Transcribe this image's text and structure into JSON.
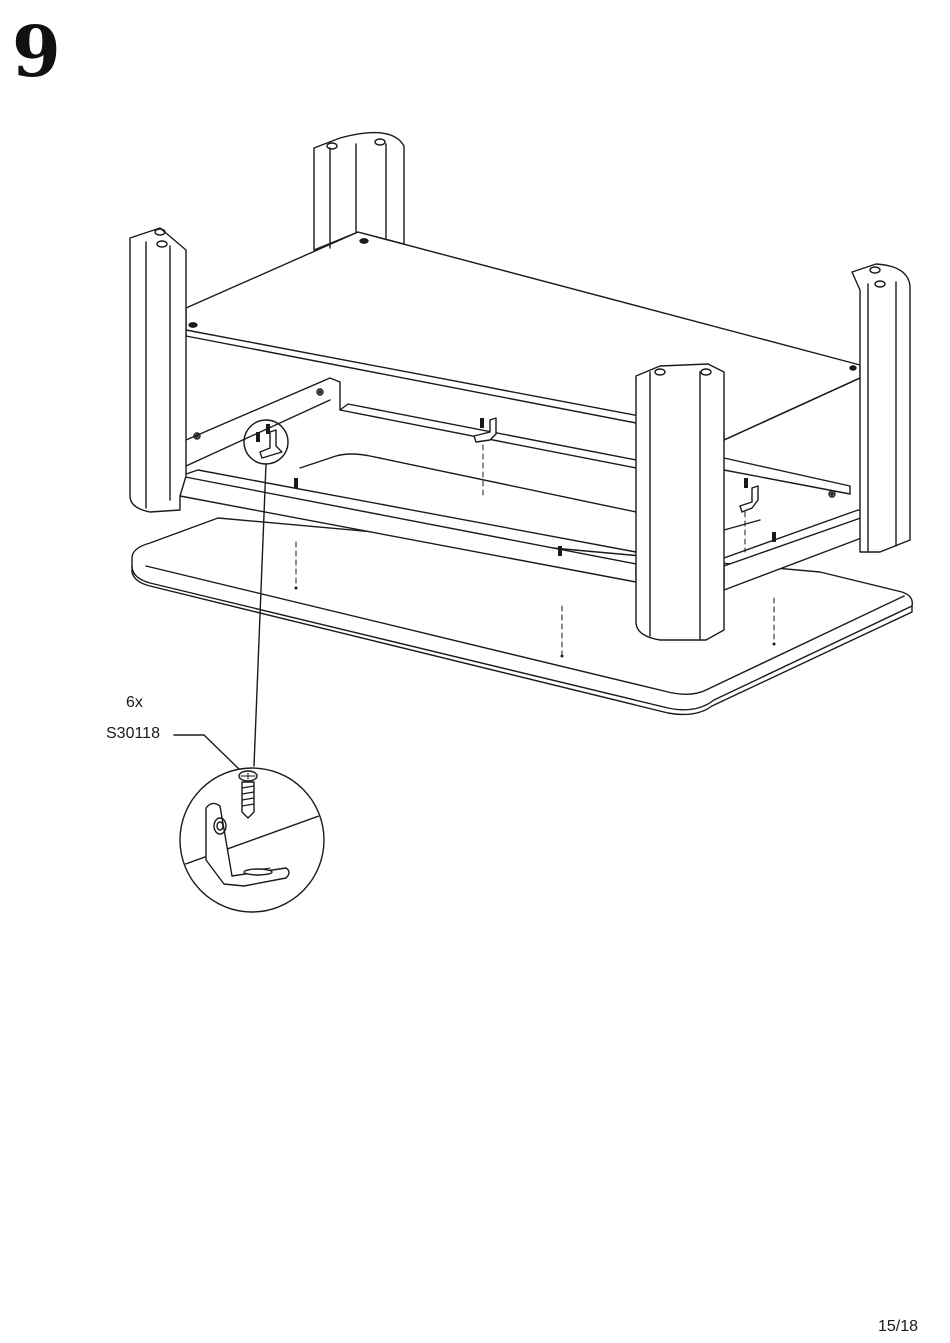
{
  "step": {
    "number": "9"
  },
  "callout": {
    "quantity": "6x",
    "part_code": "S30118"
  },
  "page": {
    "number": "15/18"
  },
  "illustration": {
    "subject": "table frame placed upside-down over tabletop, fastened with angle brackets and screws",
    "line_color": "#1a1a1a",
    "background": "#ffffff"
  }
}
